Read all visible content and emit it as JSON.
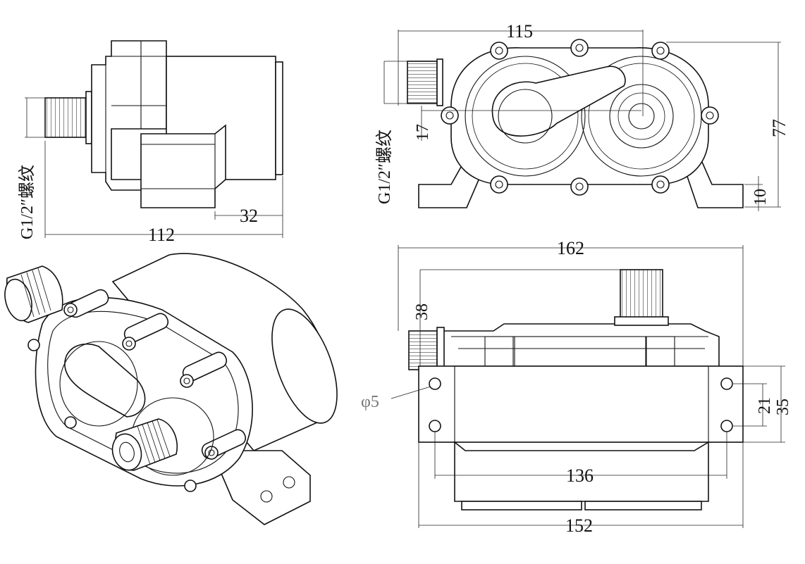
{
  "drawing": {
    "thread_label": "G1/2″螺纹",
    "side_view": {
      "overall_length": "112",
      "outlet_length": "32"
    },
    "front_view": {
      "width": "115",
      "inlet_height": "17",
      "height": "77",
      "foot_height": "10"
    },
    "bottom_view": {
      "overall_width": "162",
      "outlet_offset": "38",
      "hole_diameter": "φ5",
      "hole_spacing_inner": "21",
      "base_depth": "35",
      "hole_spacing": "136",
      "base_width": "152"
    }
  }
}
